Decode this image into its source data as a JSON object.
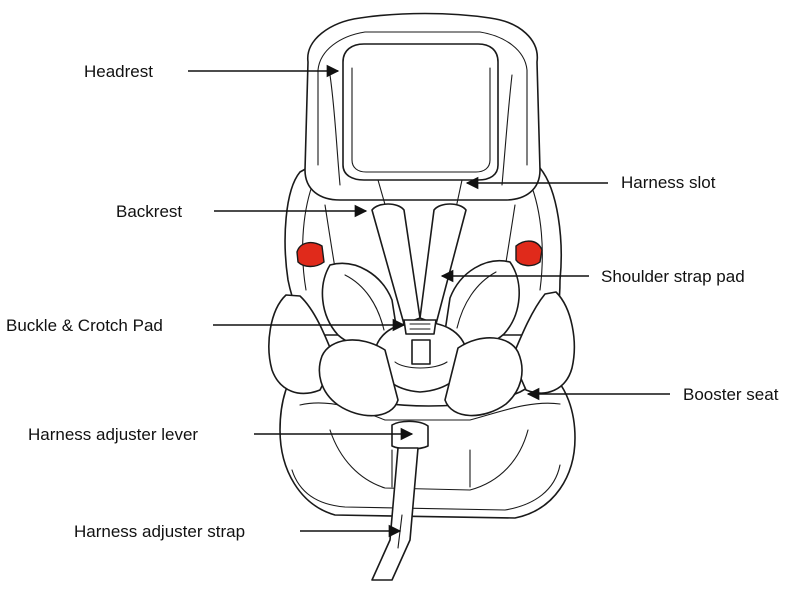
{
  "diagram": {
    "colors": {
      "line": "#1a1a1a",
      "accent_red": "#e02a1b",
      "background": "#ffffff"
    },
    "labels": {
      "headrest": "Headrest",
      "harness_slot": "Harness slot",
      "backrest": "Backrest",
      "shoulder_strap_pad": "Shoulder strap pad",
      "buckle_crotch_pad": "Buckle & Crotch Pad",
      "booster_seat": "Booster seat",
      "harness_adjuster_lever": "Harness adjuster lever",
      "harness_adjuster_strap": "Harness adjuster strap"
    }
  }
}
